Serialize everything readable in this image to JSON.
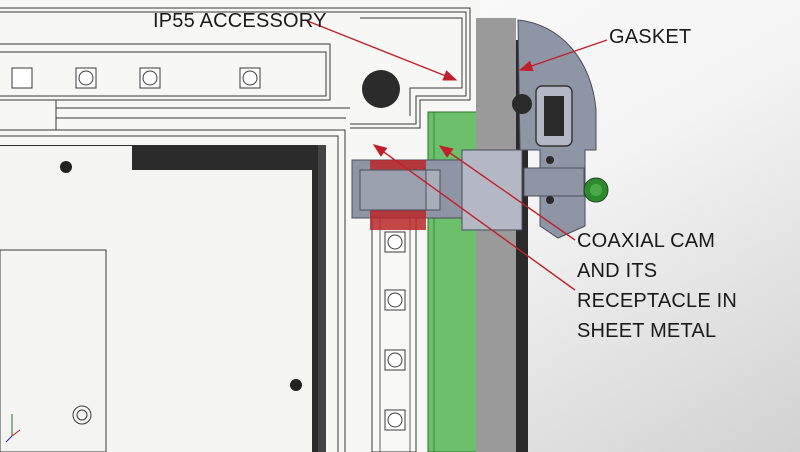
{
  "callouts": {
    "ip55_accessory": "IP55 ACCESSORY",
    "gasket": "GASKET",
    "coaxial_cam": "COAXIAL CAM\nAND ITS\nRECEPTACLE IN\nSHEET METAL"
  },
  "colors": {
    "leader_line": "#c0202a",
    "green_panel": "#6cc06c",
    "cam_grey": "#8e95a5",
    "dark_part": "#2a2a2a"
  }
}
